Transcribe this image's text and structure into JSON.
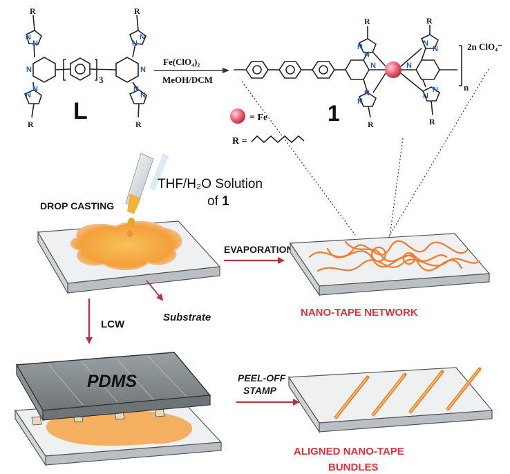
{
  "scheme": {
    "ligand_label": "L",
    "repeat_subscript": "3",
    "r_group": "R",
    "reagent": "Fe(ClO₄)₂",
    "solvent": "MeOH/DCM",
    "polymer_label": "1",
    "polymer_subscript": "n",
    "counterion": "2n ClO₄⁻",
    "fe_legend": "= Fe",
    "r_legend": "R ="
  },
  "process": {
    "drop_casting": "DROP CASTING",
    "solution_line1": "THF/H₂O Solution",
    "solution_line2_prefix": "of ",
    "solution_line2_bold": "1",
    "evaporation": "EVAPORATION",
    "substrate": "Substrate",
    "lcw": "LCW",
    "pdms": "PDMS",
    "peel_off_line1": "PEEL-OFF",
    "peel_off_line2": "STAMP",
    "network": "NANO-TAPE NETWORK",
    "aligned_line1": "ALIGNED NANO-TAPE",
    "aligned_line2": "BUNDLES"
  },
  "colors": {
    "accent_red": "#e0323a",
    "arrow": "#b8323f",
    "fe_ball": "#e85a6e",
    "nitrogen": "#1f5fc4",
    "tape_orange": "#f07a2a",
    "droplet": "#f6a53a",
    "substrate": "#d9dde0",
    "pdms": "#7f8688"
  }
}
